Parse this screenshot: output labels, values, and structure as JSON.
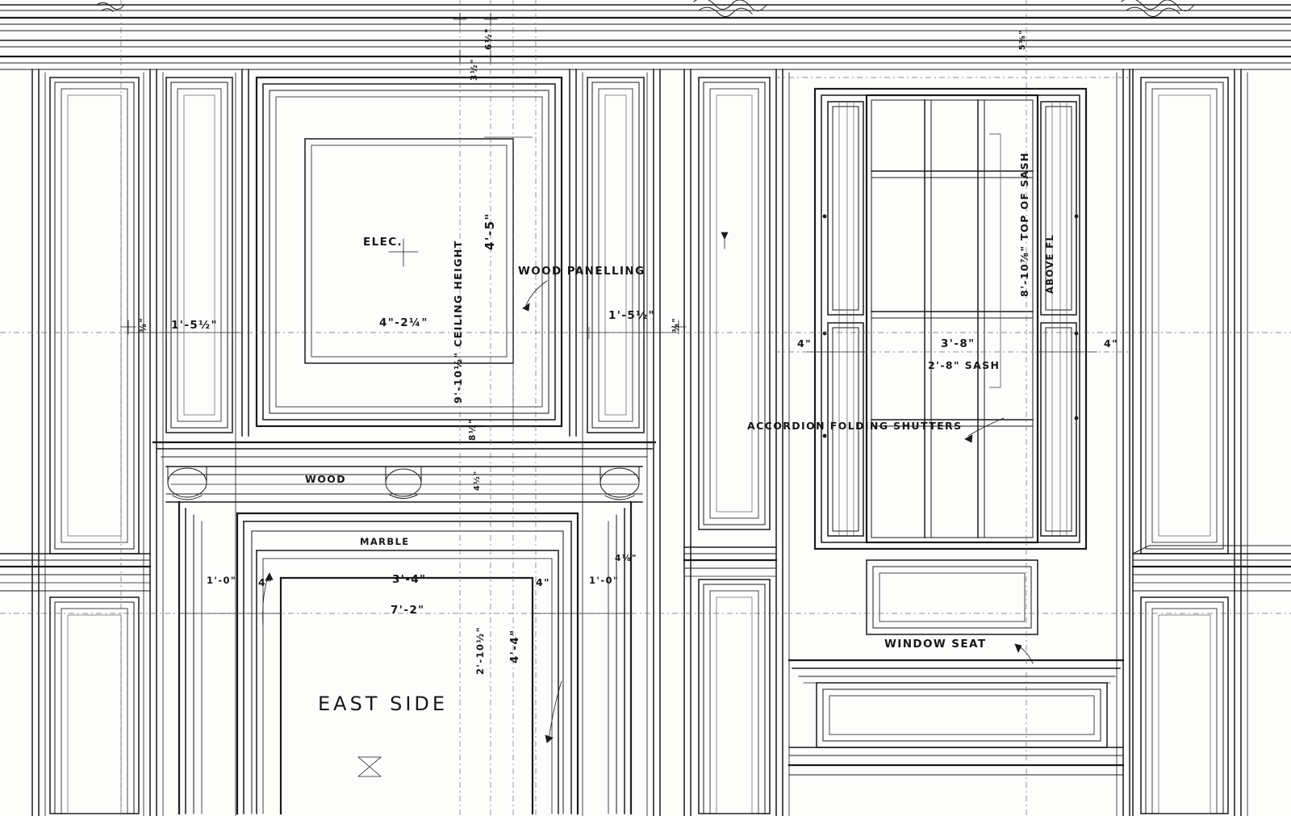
{
  "drawing": {
    "title": "EAST SIDE",
    "sheet_type": "architectural-elevation",
    "ink_color": "#16161a",
    "paper_color": "#fdfdfc"
  },
  "labels": {
    "elec": "ELEC.",
    "wood_panelling": "WOOD PANELLING",
    "wood": "WOOD",
    "marble": "MARBLE",
    "accordion_shutters": "ACCORDION FOLDING SHUTTERS",
    "window_seat": "WINDOW SEAT",
    "east_side": "EAST SIDE"
  },
  "dimensions": {
    "ceiling_height": "9'-10½\" CEILING HEIGHT",
    "panel_height": "4'-5\"",
    "elec_offset": "4\"-2¼\"",
    "top_small_a": "6½\"",
    "top_small_b": "3½\"",
    "top_right_small": "5⅜\"",
    "left_reveal": "⅜\"",
    "left_panel_width": "1'-5½\"",
    "right_panel_width": "1'-5½\"",
    "right_reveal": "⅜\"",
    "mantel_a": "8½\"",
    "mantel_b": "4½\"",
    "hearth_left": "1'-0\"",
    "hearth_left_in": "4\"",
    "opening_width": "3'-4\"",
    "overall_fire": "7'-2\"",
    "hearth_right_in": "4\"",
    "hearth_right": "1'-0\"",
    "right_jamb": "4⅛\"",
    "fire_depth": "2'-10½\"",
    "fire_height": "4'-4\"",
    "window_left_jamb": "4\"",
    "window_right_jamb": "4\"",
    "sash_width": "3'-8\"",
    "sash_label": "2'-8\" SASH",
    "top_of_sash": "8'-10⅞\" TOP OF SASH",
    "above_floor": "ABOVE FL"
  }
}
